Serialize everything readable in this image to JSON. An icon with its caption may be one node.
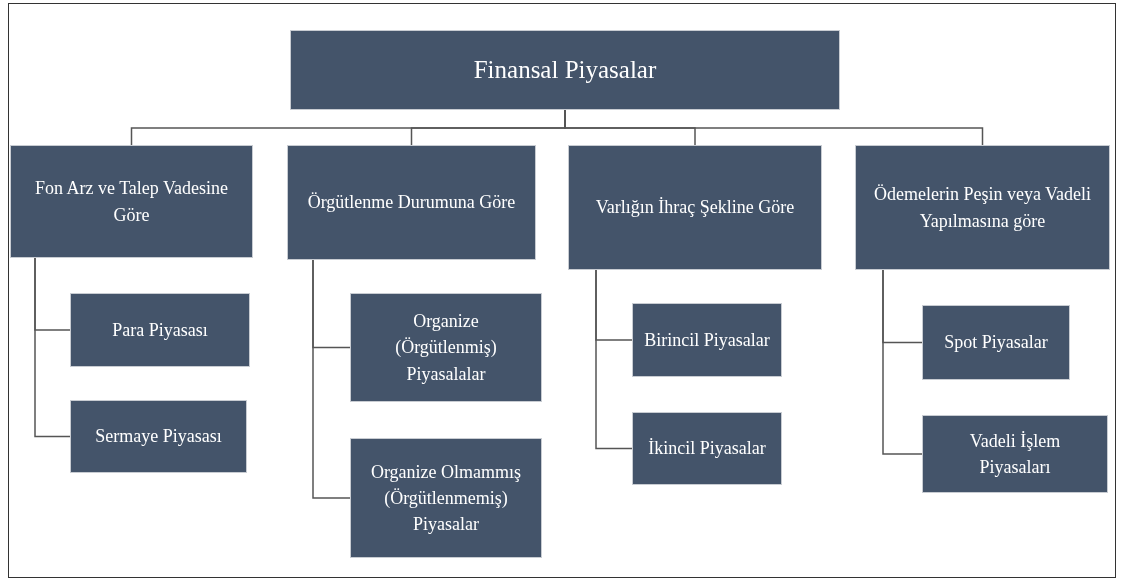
{
  "diagram": {
    "nodes": [
      {
        "text": [
          "Finansal Piyasalar"
        ]
      },
      {
        "text": [
          "Fon Arz ve Talep Vadesine Göre"
        ]
      },
      {
        "text": [
          "Örgütlenme Durumuna Göre"
        ]
      },
      {
        "text": [
          "Varlığın İhraç Şekline Göre"
        ]
      },
      {
        "text": [
          "Ödemelerin Peşin veya Vadeli Yapılmasına göre"
        ]
      },
      {
        "text": [
          "Para Piyasası"
        ]
      },
      {
        "text": [
          "Sermaye Piyasası"
        ]
      },
      {
        "text": [
          "Organize (Örgütlenmiş) Piyasalalar"
        ]
      },
      {
        "text": [
          "Organize Olmammış (Örgütlenmemiş) Piyasalar"
        ]
      },
      {
        "text": [
          "Birincil Piyasalar"
        ]
      },
      {
        "text": [
          "İkincil Piyasalar"
        ]
      },
      {
        "text": [
          "Spot Piyasalar"
        ]
      },
      {
        "text": [
          "Vadeli İşlem Piyasaları"
        ]
      }
    ],
    "edges": [
      {
        "from": 0,
        "to": 1,
        "arrow": "none"
      },
      {
        "from": 0,
        "to": 2,
        "arrow": "none"
      },
      {
        "from": 0,
        "to": 3,
        "arrow": "none"
      },
      {
        "from": 0,
        "to": 4,
        "arrow": "none"
      },
      {
        "from": 1,
        "to": 5,
        "arrow": "none"
      },
      {
        "from": 1,
        "to": 6,
        "arrow": "none"
      },
      {
        "from": 2,
        "to": 7,
        "arrow": "none"
      },
      {
        "from": 2,
        "to": 8,
        "arrow": "none"
      },
      {
        "from": 3,
        "to": 9,
        "arrow": "none"
      },
      {
        "from": 3,
        "to": 10,
        "arrow": "none"
      },
      {
        "from": 4,
        "to": 11,
        "arrow": "none"
      },
      {
        "from": 4,
        "to": 12,
        "arrow": "none"
      }
    ]
  }
}
